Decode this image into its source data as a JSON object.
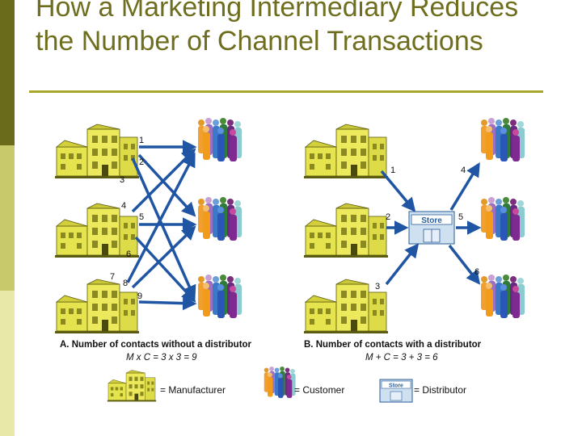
{
  "slide": {
    "title": "How a Marketing Intermediary Reduces the Number of Channel Transactions"
  },
  "panel_a": {
    "caption": "A. Number of contacts without a distributor",
    "formula": "M x C = 3 x 3 = 9",
    "arrow_labels": [
      "1",
      "2",
      "3",
      "4",
      "5",
      "6",
      "7",
      "8",
      "9"
    ]
  },
  "panel_b": {
    "caption": "B. Number of contacts with a distributor",
    "formula": "M + C = 3 + 3 = 6",
    "store_label": "Store",
    "arrow_labels": [
      "1",
      "2",
      "3",
      "4",
      "5",
      "6"
    ]
  },
  "legend": {
    "manufacturer": "= Manufacturer",
    "customer": "= Customer",
    "distributor": "= Distributor",
    "store_label": "Store"
  },
  "colors": {
    "arrow": "#1f55a3",
    "building": "#e6e44e",
    "title": "#6e6e1e"
  },
  "icons": {
    "manufacturer": "factory-icon",
    "customer": "people-group-icon",
    "distributor": "store-icon"
  }
}
